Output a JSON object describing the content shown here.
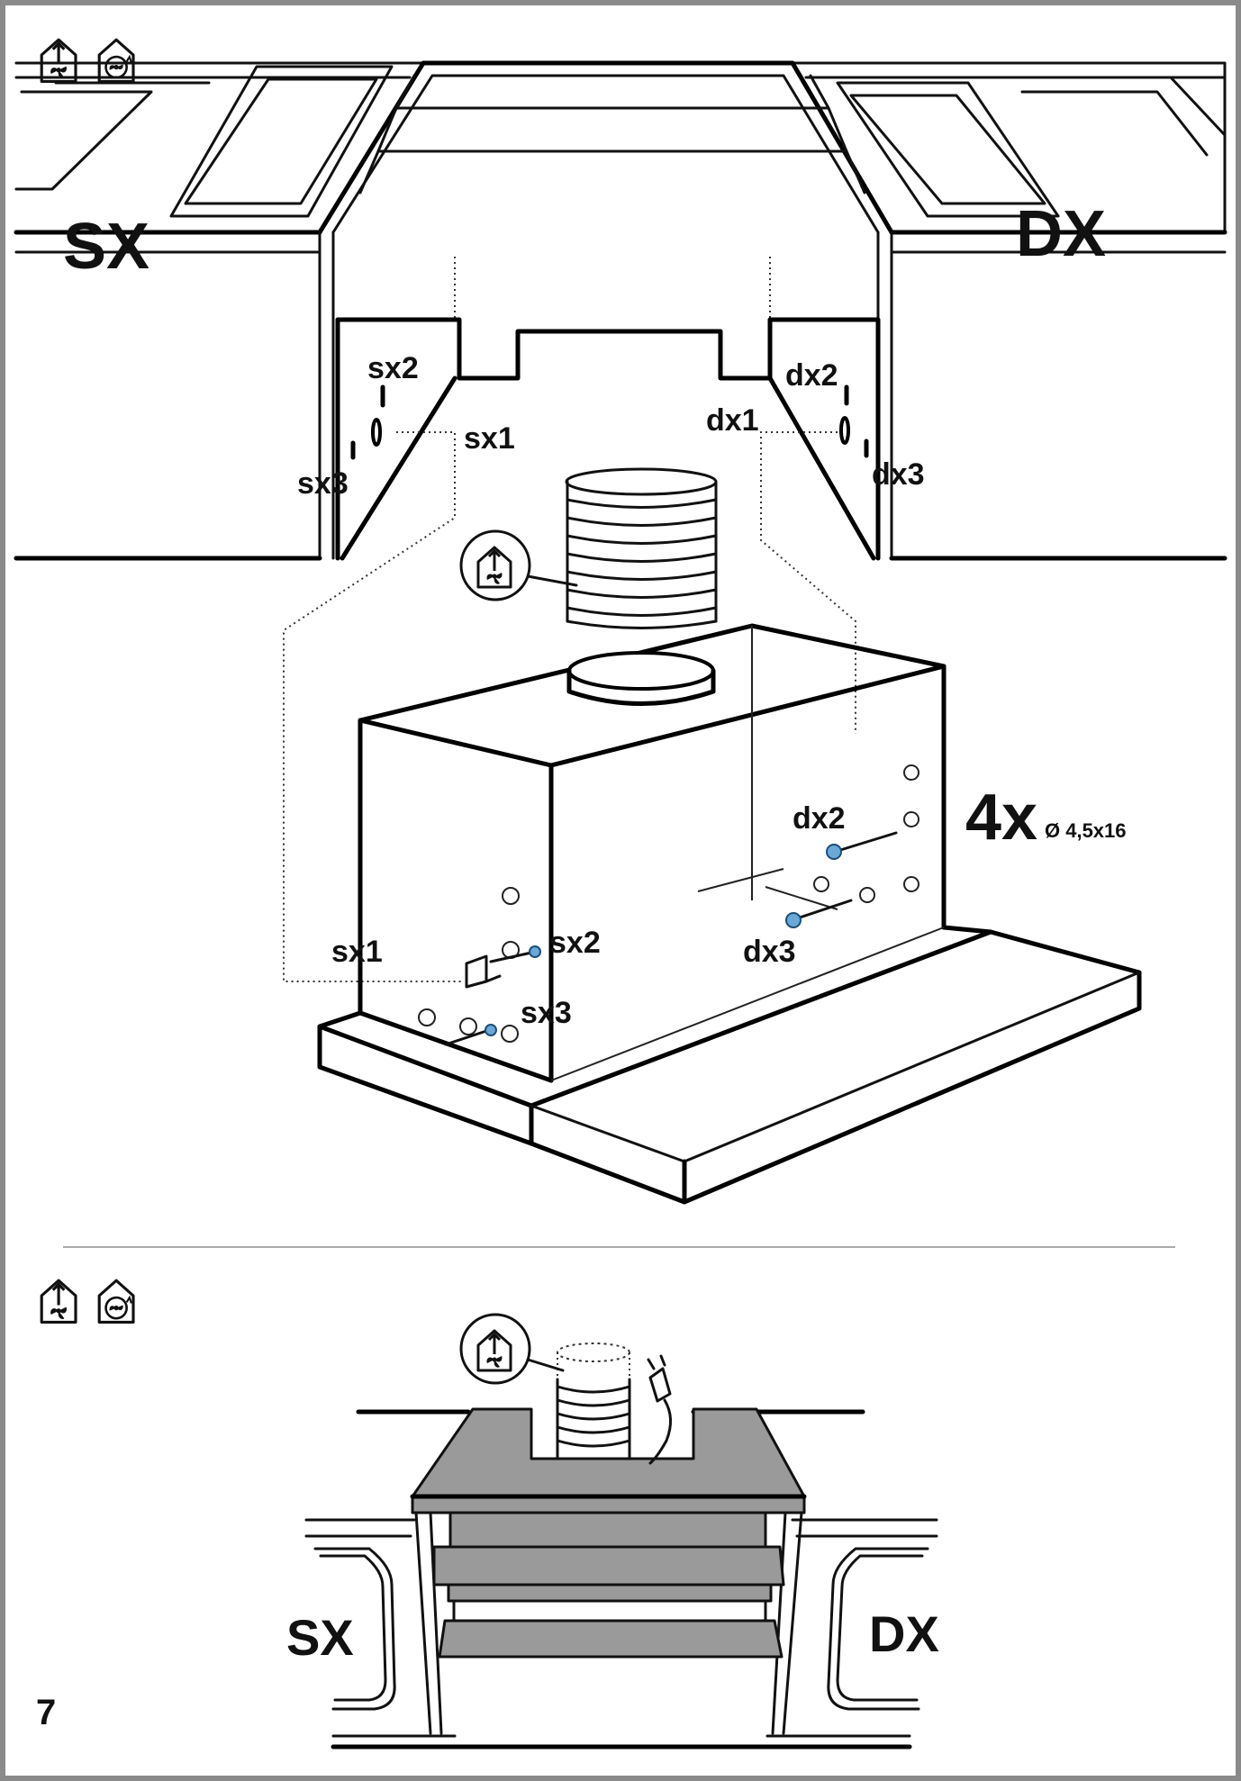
{
  "labels": {
    "left": "SX",
    "right": "DX",
    "sx1": "sx1",
    "sx2": "sx2",
    "sx3": "sx3",
    "dx1": "dx1",
    "dx2": "dx2",
    "dx3": "dx3",
    "quantity": "4x",
    "screw_size": "Ø 4,5x16",
    "page_number": "7"
  },
  "icons": {
    "top_pair": [
      "extraction-mode-icon",
      "recirculation-mode-icon"
    ],
    "bottom_pair": [
      "extraction-mode-icon",
      "recirculation-mode-icon"
    ],
    "callouts": [
      "extraction-mode-icon",
      "extraction-mode-icon"
    ]
  },
  "colors": {
    "screw": "#6aa8d8",
    "hood_fill": "#9a9a9a",
    "frame": "#8a8a8a"
  }
}
